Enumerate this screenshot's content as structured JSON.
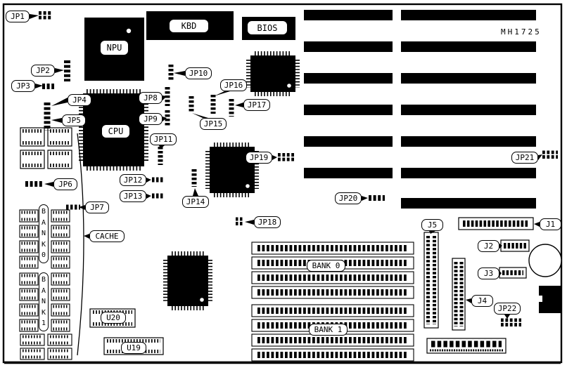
{
  "board": {
    "model": "MH1725"
  },
  "chips": {
    "npu": "NPU",
    "cpu": "CPU",
    "kbd": "KBD",
    "bios": "BIOS",
    "cache": "CACHE",
    "u19": "U19",
    "u20": "U20"
  },
  "memory": {
    "simm_bank0": "BANK 0",
    "simm_bank1": "BANK 1",
    "dip_bank0": "BANK0",
    "dip_bank1": "BANK1"
  },
  "jumpers": {
    "jp1": "JP1",
    "jp2": "JP2",
    "jp3": "JP3",
    "jp4": "JP4",
    "jp5": "JP5",
    "jp6": "JP6",
    "jp7": "JP7",
    "jp8": "JP8",
    "jp9": "JP9",
    "jp10": "JP10",
    "jp11": "JP11",
    "jp12": "JP12",
    "jp13": "JP13",
    "jp14": "JP14",
    "jp15": "JP15",
    "jp16": "JP16",
    "jp17": "JP17",
    "jp18": "JP18",
    "jp19": "JP19",
    "jp20": "JP20",
    "jp21": "JP21",
    "jp22": "JP22"
  },
  "connectors": {
    "j1": "J1",
    "j2": "J2",
    "j3": "J3",
    "j4": "J4",
    "j5": "J5"
  }
}
